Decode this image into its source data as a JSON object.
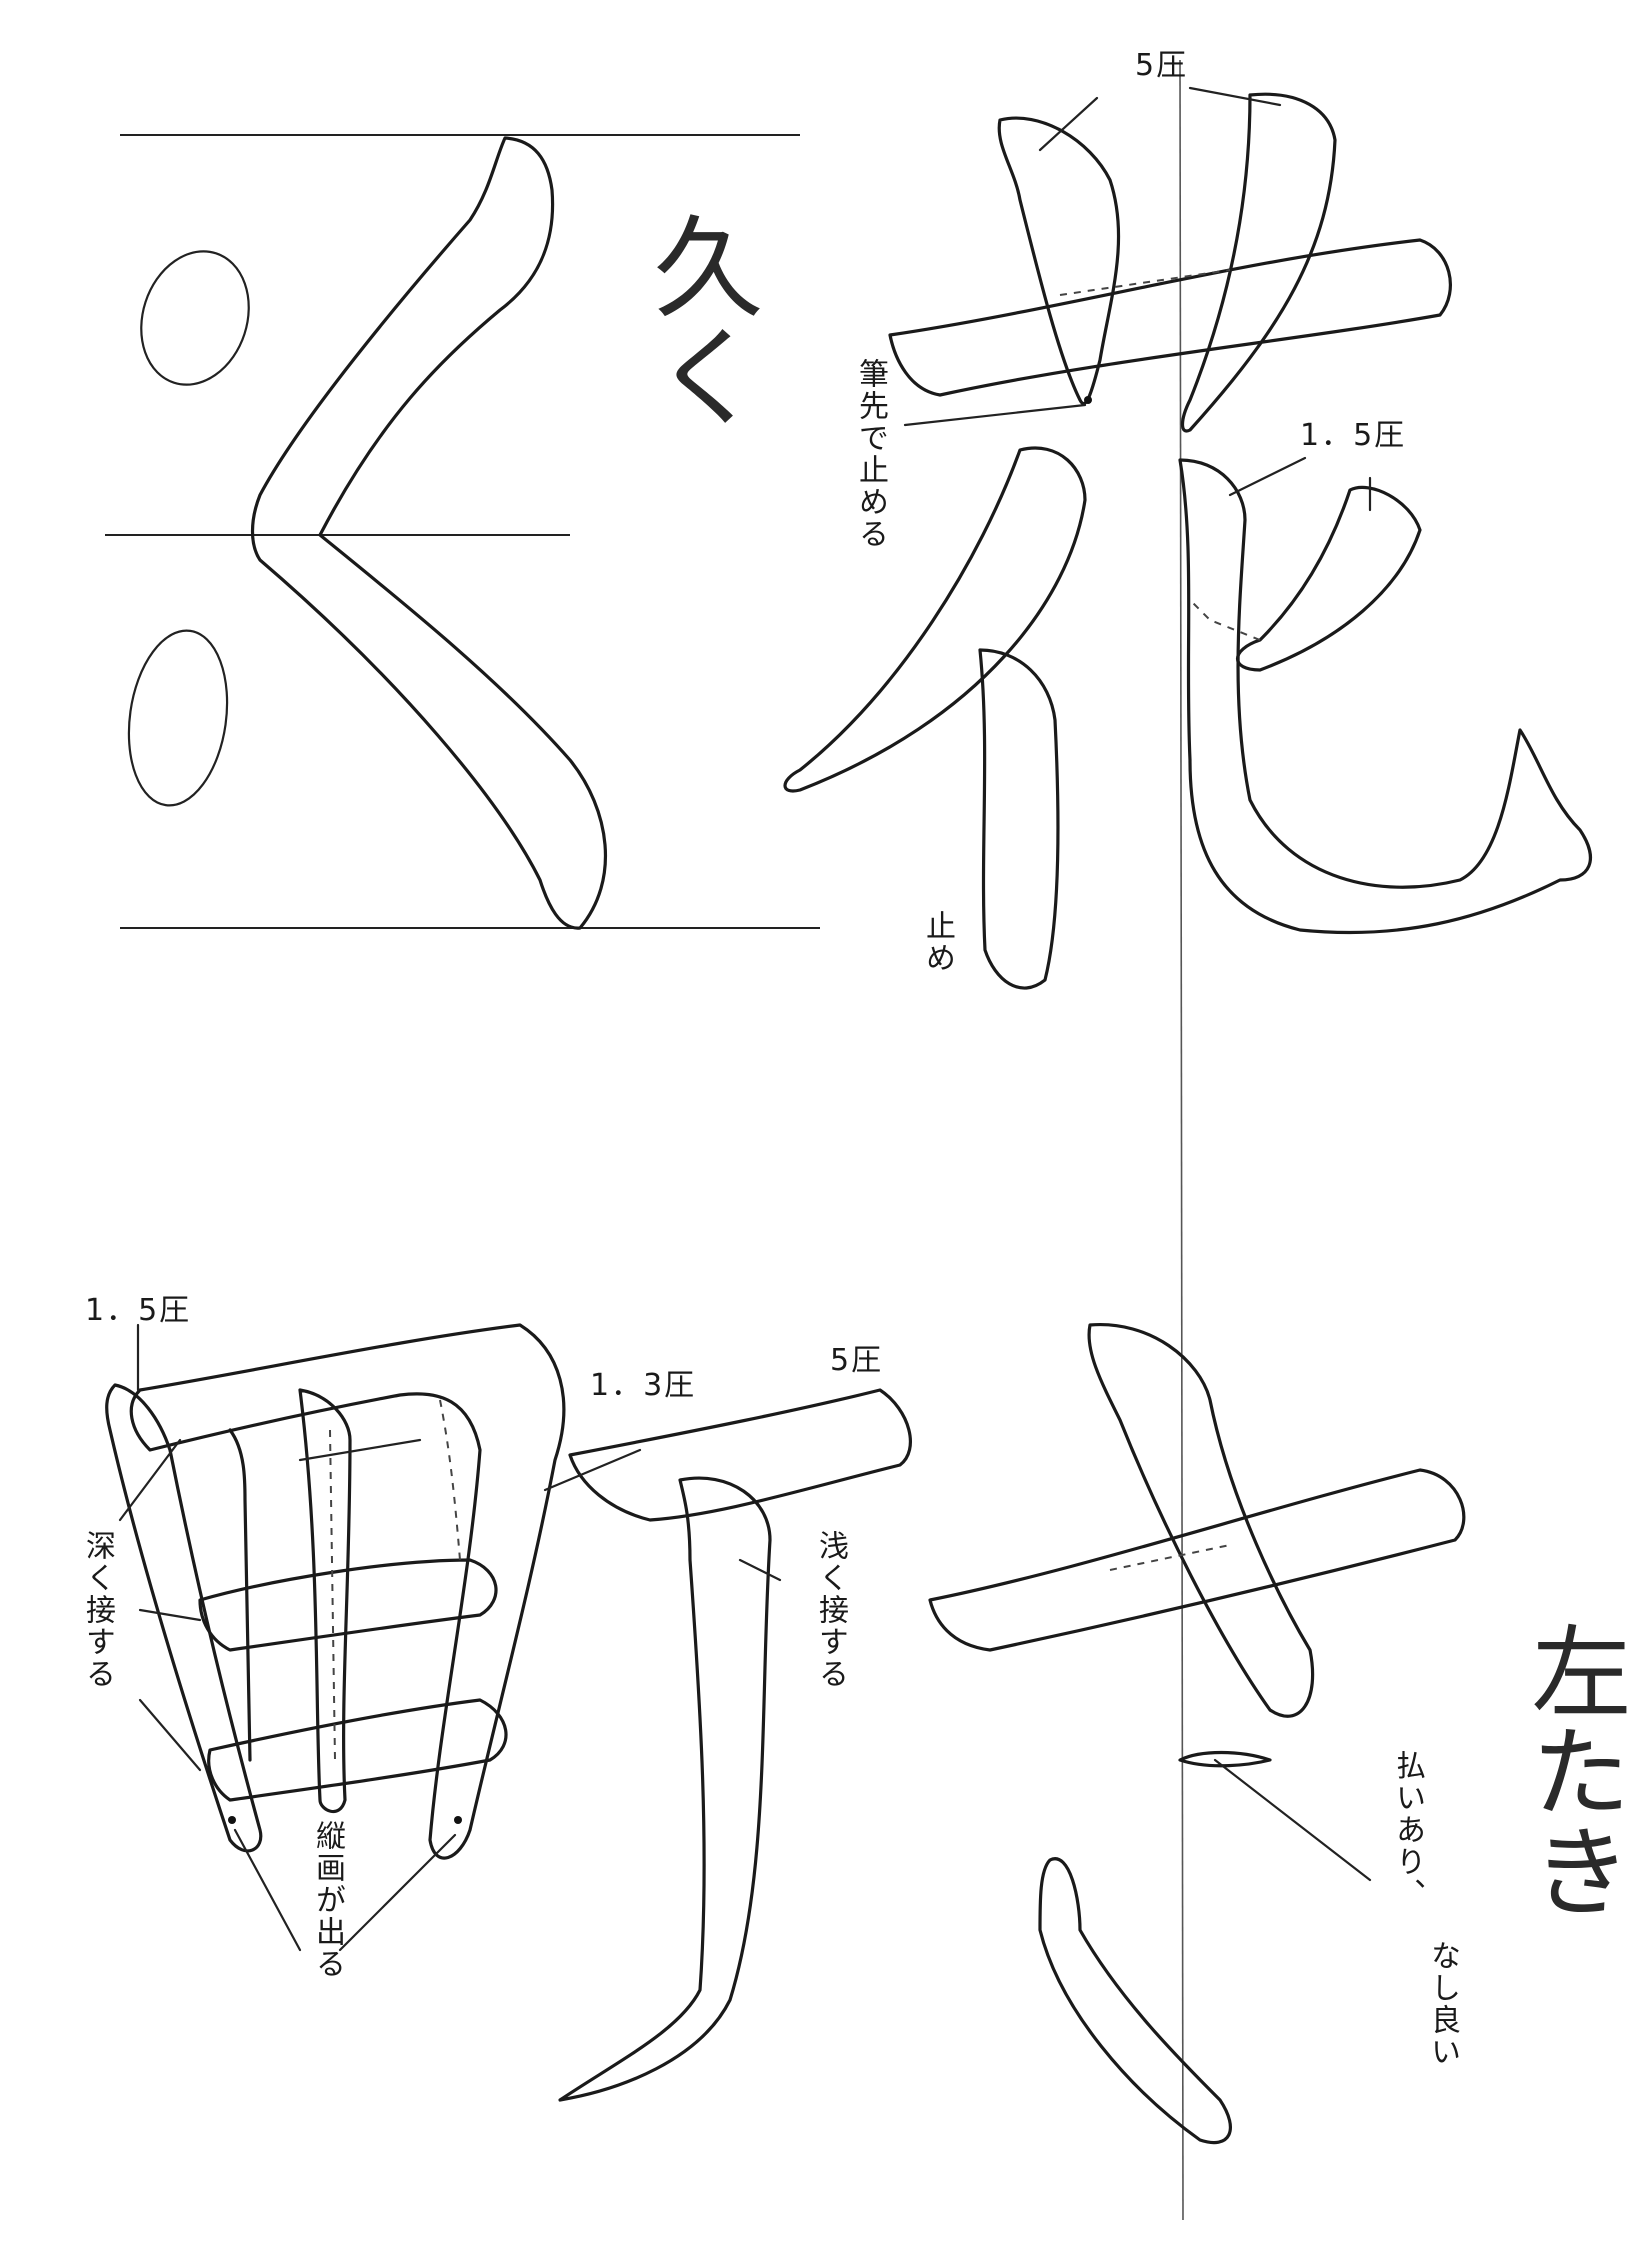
{
  "worksheet": {
    "characters": [
      "く",
      "花",
      "野",
      "さ"
    ],
    "practice_hiragana_ku": "久く",
    "practice_hiragana_sa": "左たき",
    "annotations": {
      "pressure_5_top": "5圧",
      "pressure_1_5_top": "1．5圧",
      "fude_stop": "筆先で止める",
      "tome": "止め",
      "pressure_1_5_left": "1．5圧",
      "pressure_1_3": "1．3圧",
      "pressure_5_bottom": "5圧",
      "deep_contact": "深く接する",
      "shallow_contact": "浅く接する",
      "vertical_extends": "縦画が出る",
      "harai_ok": "払いあり、",
      "nashi_ok": "なし良い"
    }
  }
}
